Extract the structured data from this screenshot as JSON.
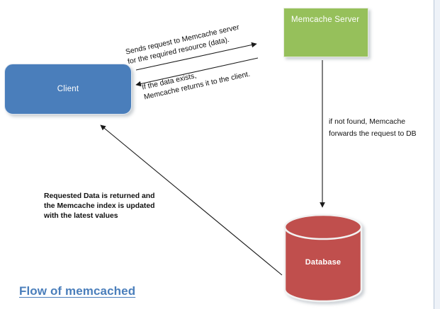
{
  "diagram": {
    "caption": "Flow of memcached",
    "nodes": {
      "client": {
        "label": "Client",
        "shape": "rounded-rectangle",
        "color": "#4a7ebb"
      },
      "memcache_server": {
        "label": "Memcache Server",
        "shape": "rectangle",
        "color": "#96c05b"
      },
      "database": {
        "label": "Database",
        "shape": "cylinder",
        "color": "#c0504d"
      }
    },
    "edges": {
      "client_to_memcache": {
        "line1": "Sends request to Memcache server",
        "line2": "for the required resource (data).",
        "from": "Client",
        "to": "Memcache Server"
      },
      "memcache_to_client": {
        "line1": "If the data exists,",
        "line2": "Memcache returns it to the client.",
        "from": "Memcache Server",
        "to": "Client"
      },
      "memcache_to_database": {
        "line1": "if not found, Memcache",
        "line2": "forwards the request to DB",
        "from": "Memcache Server",
        "to": "Database"
      },
      "database_to_client": {
        "line1": "Requested Data is returned and",
        "line2": "the Memcache index is updated",
        "line3": "with the latest values",
        "from": "Database",
        "to": "Client"
      }
    },
    "colors": {
      "client_blue": "#4a7ebb",
      "server_green": "#96c05b",
      "database_red": "#c0504d",
      "caption_blue": "#4a7ebb",
      "arrow_black": "#1a1a1a"
    }
  }
}
